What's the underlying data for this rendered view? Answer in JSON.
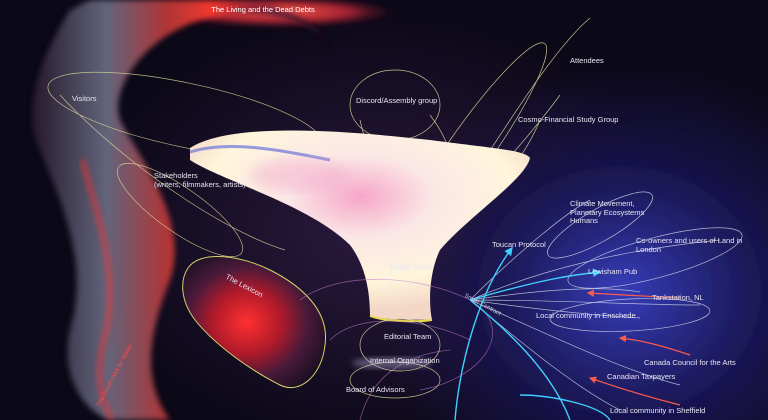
{
  "title": "The Living and the Dead Debts",
  "nodes": {
    "visitors": "Visitors",
    "discord": "Discord/Assembly group",
    "attendees": "Attendees",
    "cosmo": "Cosmo-Financial Study Group",
    "stakeholders_1": "Stakeholders",
    "stakeholders_2": "(writers, filmmakers, artists)",
    "climate": "Climate Movement, Planetary Ecosystems Humans",
    "toucan": "Toucan Protocol",
    "coowners": "Co-owners and users of Land in London",
    "digital_souls": "Digital Souls",
    "lexicon": "The Lexicon",
    "lewisham": "Lewisham Pub",
    "tankstation": "Tankstation, NL",
    "enschede": "Local community in Enschede",
    "editorial": "Editorial Team",
    "internal": "Internal Organization",
    "canada_council": "Canada Council for the Arts",
    "canadian_taxpayers": "Canadian Taxpayers",
    "advisors": "Board of Advisors",
    "sheffield": "Local community in Sheffield"
  },
  "rotated_labels": {
    "left_curve": "The Fourth Wall for Waste",
    "smart_contract": "Smart Contract"
  }
}
